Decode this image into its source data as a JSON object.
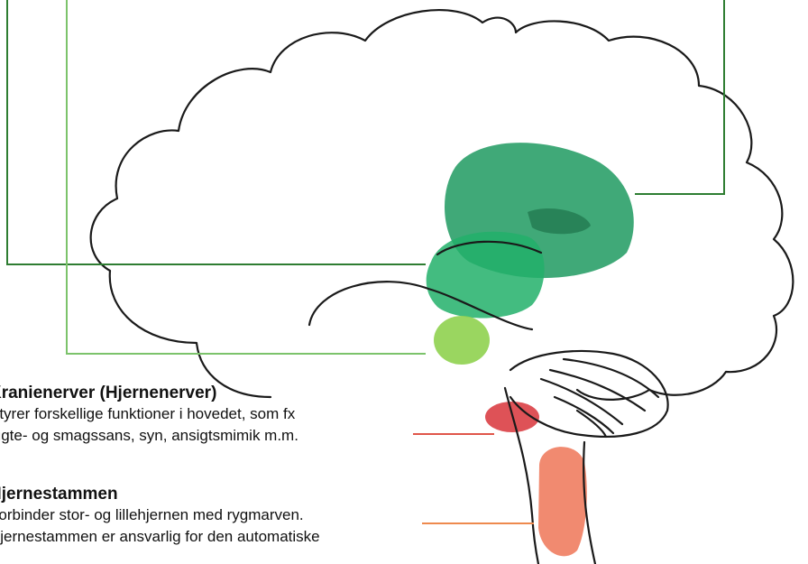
{
  "colors": {
    "outline": "#1a1a1a",
    "connector_dark": "#2e7d32",
    "connector_light": "#7cc36b",
    "connector_red": "#e0564a",
    "connector_orange": "#ee8a4e",
    "region_dark_green": "#1f9a60",
    "region_mid_green": "#22b06a",
    "region_light_green": "#8fd14f",
    "region_red": "#d8343a",
    "region_orange": "#ef7657"
  },
  "labels": {
    "kranienerver": {
      "title": "Kranienerver (Hjernenerver)",
      "lines": [
        "Styrer forskellige funktioner i hovedet, som fx",
        "lugte- og smagssans, syn, ansigtsmimik m.m."
      ]
    },
    "hjernestammen": {
      "title": "Hjernestammen",
      "lines": [
        "Forbinder stor- og lillehjernen med rygmarven.",
        "Hjernestammen er ansvarlig for den automatiske"
      ]
    }
  }
}
